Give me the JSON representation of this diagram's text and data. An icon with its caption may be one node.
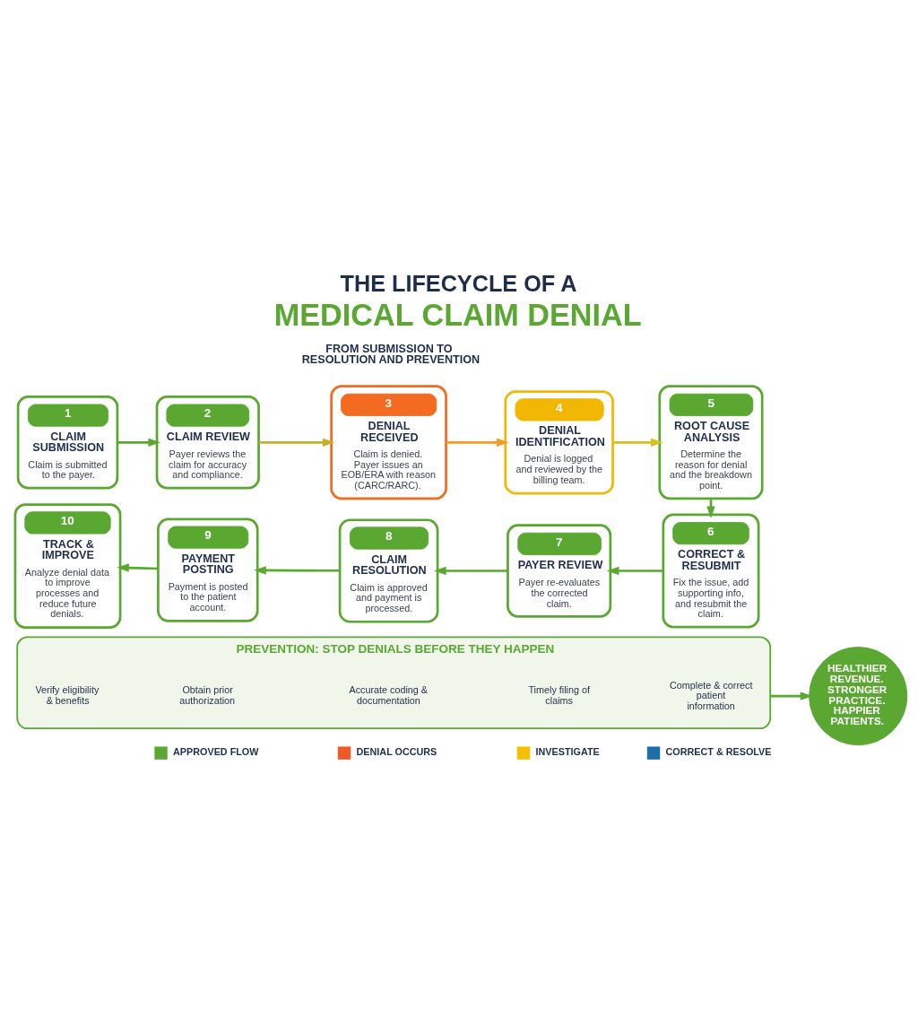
{
  "diagram": {
    "title": "THE LIFECYCLE OF A MEDICAL CLAIM DENIAL",
    "nodes": [
      {
        "text": [
          "1",
          "CLAIM SUBMISSION",
          "Claim is submitted to the payer."
        ]
      },
      {
        "text": [
          "2",
          "CLAIM REVIEW",
          "Payer reviews the claim for accuracy and compliance."
        ]
      },
      {
        "text": [
          "3",
          "DENIAL RECEIVED",
          "Claim is denied. Payer issues an EOB/ERA with reason (CARC/RARC)."
        ]
      },
      {
        "text": [
          "4",
          "DENIAL IDENTIFICATION",
          "Denial is logged and reviewed by the billing team."
        ]
      },
      {
        "text": [
          "5",
          "ROOT CAUSE ANALYSIS",
          "Determine the reason for denial and the breakdown point."
        ]
      },
      {
        "text": [
          "6",
          "CORRECT & RESUBMIT",
          "Fix the issue, add supporting info, and resubmit the claim."
        ]
      },
      {
        "text": [
          "7",
          "PAYER REVIEW",
          "Payer re-evaluates the corrected claim."
        ]
      },
      {
        "text": [
          "8",
          "CLAIM RESOLUTION",
          "Claim is approved and payment is processed."
        ]
      },
      {
        "text": [
          "9",
          "PAYMENT POSTING",
          "Payment is posted to the patient account."
        ]
      },
      {
        "text": [
          "10",
          "TRACK & IMPROVE",
          "Analyze denial data to improve processes and reduce future denials."
        ]
      },
      {
        "text": [
          "PREVENTION: STOP DENIALS BEFORE THEY HAPPEN"
        ]
      },
      {
        "text": [
          "Verify eligibility & benefits"
        ],
        "in": 10
      },
      {
        "text": [
          "Obtain prior authorization"
        ],
        "in": 10
      },
      {
        "text": [
          "Accurate coding & documentation"
        ],
        "in": 10
      },
      {
        "text": [
          "Timely filing of claims"
        ],
        "in": 10
      },
      {
        "text": [
          "Complete & correct patient information"
        ],
        "in": 10
      },
      {
        "text": [
          "HEALTHIER REVENUE. STRONGER PRACTICE. HAPPIER PATIENTS."
        ]
      }
    ],
    "edges": [
      {
        "from": 0,
        "to": 1,
        "arrow": "to"
      },
      {
        "from": 1,
        "to": 2,
        "arrow": "to",
        "color": "#c2b12c"
      },
      {
        "from": 2,
        "to": 3,
        "arrow": "to",
        "color": "#f39c1f"
      },
      {
        "from": 3,
        "to": 4,
        "arrow": "to",
        "color": "#d6c21a"
      },
      {
        "from": 4,
        "to": 5,
        "arrow": "to"
      },
      {
        "from": 5,
        "to": 6,
        "arrow": "to"
      },
      {
        "from": 6,
        "to": 7,
        "arrow": "to"
      },
      {
        "from": 7,
        "to": 8,
        "arrow": "to"
      },
      {
        "from": 8,
        "to": 9,
        "arrow": "to"
      },
      {
        "from": 10,
        "to": 16,
        "arrow": "to"
      }
    ],
    "labels": [
      "FROM SUBMISSION TO RESOLUTION AND PREVENTION"
    ],
    "legend": [
      {
        "text": "APPROVED FLOW",
        "color": "#5aa832"
      },
      {
        "text": "DENIAL OCCURS",
        "color": "#ef5a28"
      },
      {
        "text": "INVESTIGATE",
        "color": "#f5c000"
      },
      {
        "text": "CORRECT & RESOLVE",
        "color": "#1e6fa8"
      }
    ]
  }
}
